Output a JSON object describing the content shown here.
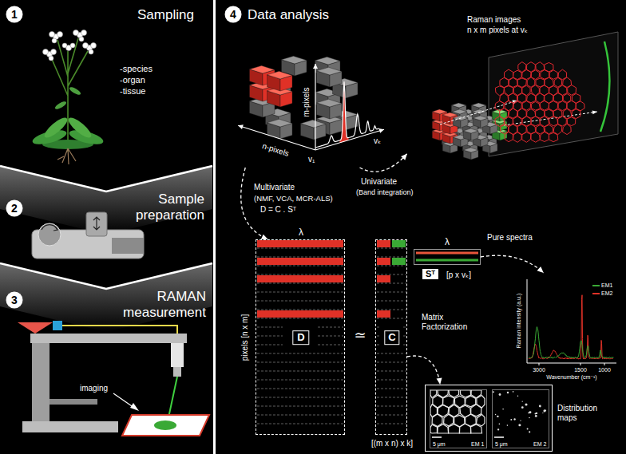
{
  "diagram": {
    "nodes": [
      {
        "text": [
          "1"
        ]
      },
      {
        "text": [
          "2"
        ]
      },
      {
        "text": [
          "3"
        ]
      },
      {
        "text": [
          "4"
        ]
      },
      {
        "text": [
          "m-pixels",
          "n-pixels",
          "v₁",
          "vₖ"
        ]
      },
      {
        "text": [
          "Raman images",
          "n x m pixels at vₖ"
        ]
      },
      {
        "text": [
          "λ",
          "D",
          "pixels [n x m]"
        ]
      },
      {
        "text": [
          "C",
          "[(m x n) x k]"
        ]
      },
      {
        "text": [
          "λ",
          "Sᵀ",
          "[p x vₖ]"
        ]
      },
      {
        "text": [
          "Raman intensity (a.u.)",
          "3000",
          "1500",
          "1000",
          "Wavenumber (cm⁻¹)"
        ]
      },
      {
        "text": [
          "Distribution maps"
        ]
      },
      {
        "text": [
          "5 μm",
          "EM 1"
        ],
        "in": 10
      },
      {
        "text": [
          "5 μm",
          "EM 2"
        ],
        "in": 10
      }
    ],
    "edges": [
      {
        "from": 4,
        "to": 6,
        "arrow": "to",
        "label": "Multivariate"
      },
      {
        "from": 4,
        "to": 5,
        "arrow": "to",
        "label": "Univariate"
      },
      {
        "from": 7,
        "to": 10,
        "arrow": "to"
      },
      {
        "from": 8,
        "to": 9,
        "arrow": "to",
        "label": "Pure spectra"
      }
    ],
    "labels": [
      "Sampling",
      "-species",
      "-organ",
      "-tissue",
      "Sample preparation",
      "RAMAN measurement",
      "imaging",
      "Data analysis",
      "(NMF, VCA, MCR-ALS)",
      "D = C . Sᵀ",
      "(Band integration)",
      "≃",
      "Matrix Factorization"
    ],
    "legend": [
      {
        "text": "EM1",
        "color": "#3aa935"
      },
      {
        "text": "EM2",
        "color": "#e03127"
      }
    ]
  }
}
